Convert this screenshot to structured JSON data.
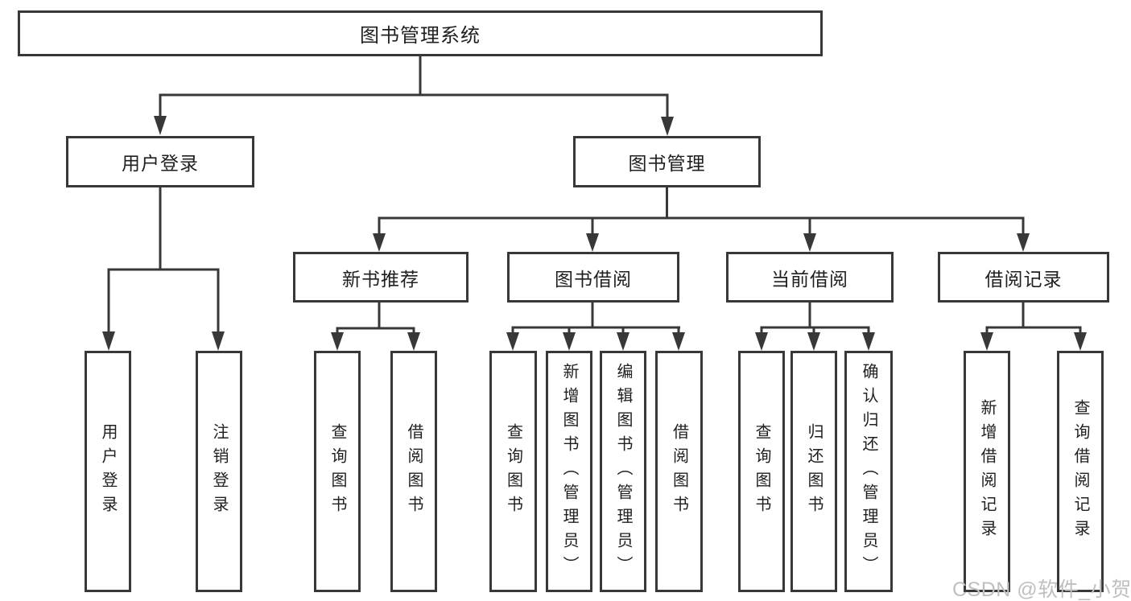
{
  "diagram": {
    "root": {
      "label": "图书管理系统"
    },
    "branches": [
      {
        "label": "用户登录",
        "children": [
          {
            "label": "用户登录"
          },
          {
            "label": "注销登录"
          }
        ]
      },
      {
        "label": "图书管理",
        "children": [
          {
            "label": "新书推荐",
            "children": [
              {
                "label": "查询图书"
              },
              {
                "label": "借阅图书"
              }
            ]
          },
          {
            "label": "图书借阅",
            "children": [
              {
                "label": "查询图书"
              },
              {
                "label": "新增图书（管理员）"
              },
              {
                "label": "编辑图书（管理员）"
              },
              {
                "label": "借阅图书"
              }
            ]
          },
          {
            "label": "当前借阅",
            "children": [
              {
                "label": "查询图书"
              },
              {
                "label": "归还图书"
              },
              {
                "label": "确认归还（管理员）"
              }
            ]
          },
          {
            "label": "借阅记录",
            "children": [
              {
                "label": "新增借阅记录"
              },
              {
                "label": "查询借阅记录"
              }
            ]
          }
        ]
      }
    ]
  },
  "watermark": {
    "text": "CSDN @软件_小贺同学"
  },
  "colors": {
    "line": "#383838",
    "box_border": "#383838",
    "text": "#1f1f1f",
    "watermark": "#bfbfbf",
    "background": "#ffffff"
  }
}
